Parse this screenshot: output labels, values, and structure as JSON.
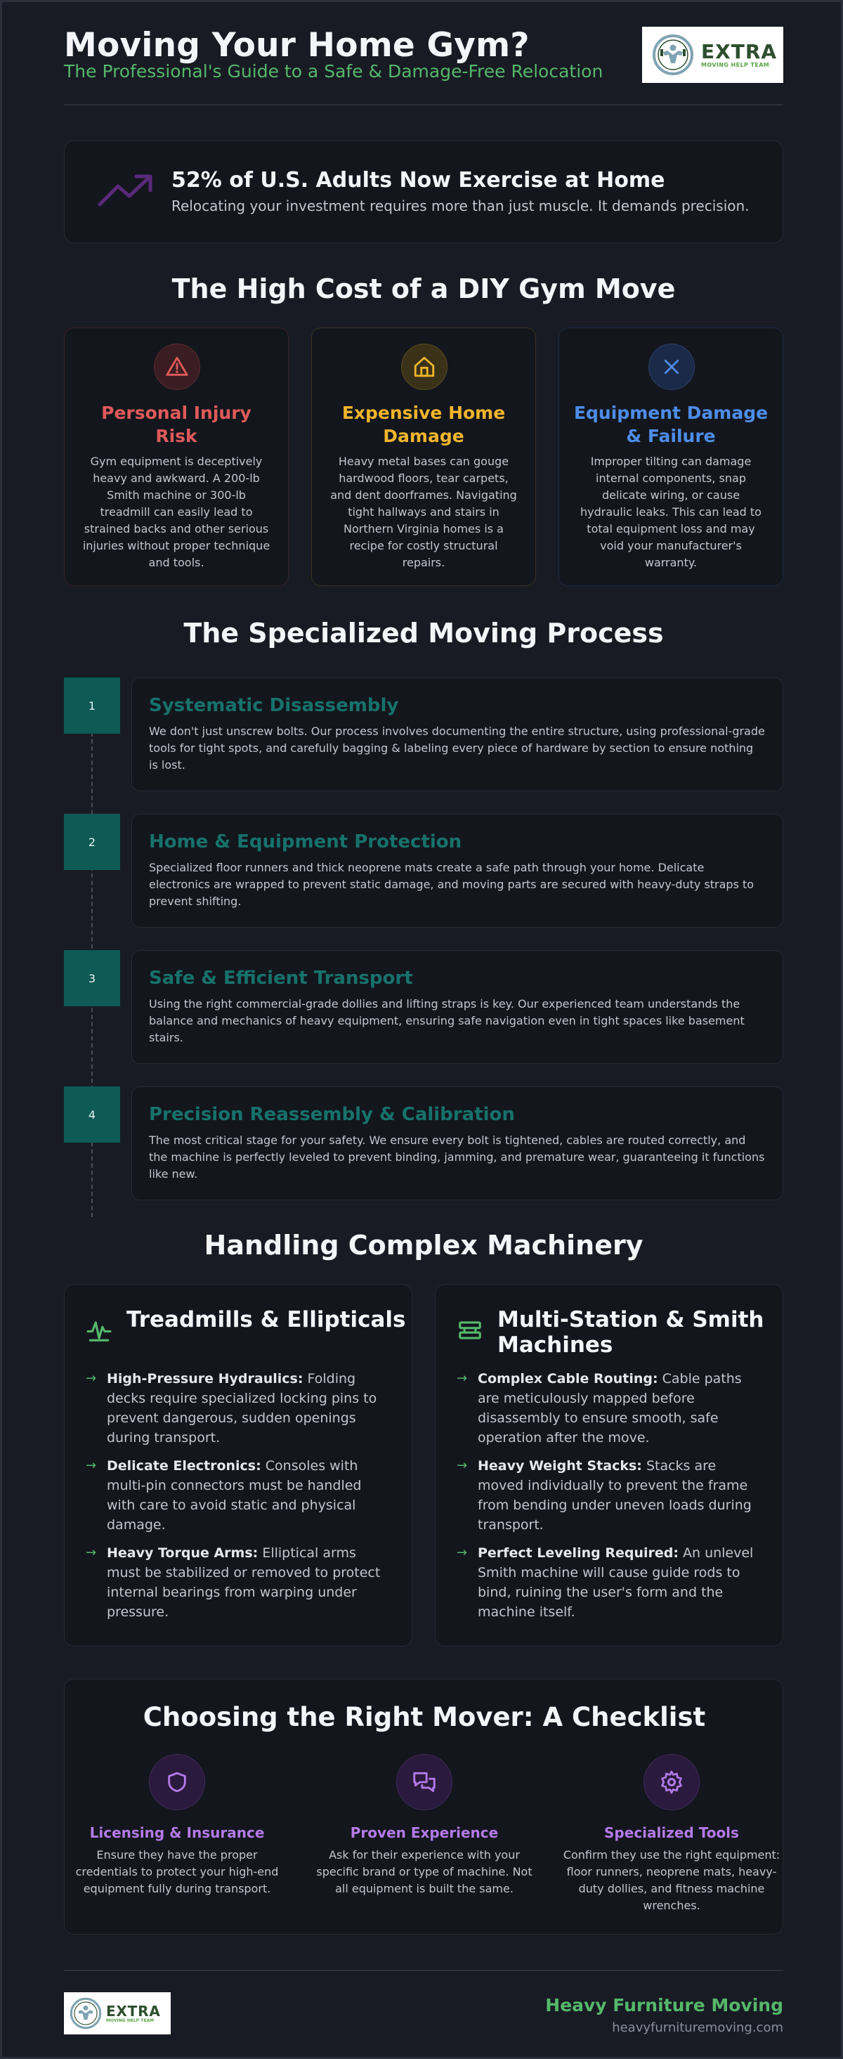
{
  "header": {
    "title": "Moving Your Home Gym?",
    "subtitle": "The Professional's Guide to a Safe & Damage-Free Relocation",
    "logo": {
      "main_dark": "EXTRA",
      "tagline": "MOVING HELP TEAM"
    }
  },
  "stat": {
    "icon": "trend-up-icon",
    "headline": "52% of U.S. Adults Now Exercise at Home",
    "text": "Relocating your investment requires more than just muscle. It demands precision."
  },
  "cost_section": {
    "title": "The High Cost of a DIY Gym Move",
    "cards": [
      {
        "icon": "warning-icon",
        "title": "Personal Injury Risk",
        "color": "#e05a5a",
        "text": "Gym equipment is deceptively heavy and awkward. A 200-lb Smith machine or 300-lb treadmill can easily lead to strained backs and other serious injuries without proper technique and tools."
      },
      {
        "icon": "home-icon",
        "title": "Expensive Home Damage",
        "color": "#f1b52c",
        "text": "Heavy metal bases can gouge hardwood floors, tear carpets, and dent doorframes. Navigating tight hallways and stairs in Northern Virginia homes is a recipe for costly structural repairs."
      },
      {
        "icon": "x-icon",
        "title": "Equipment Damage & Failure",
        "color": "#4d8de8",
        "text": "Improper tilting can damage internal components, snap delicate wiring, or cause hydraulic leaks. This can lead to total equipment loss and may void your manufacturer's warranty."
      }
    ]
  },
  "process_section": {
    "title": "The Specialized Moving Process",
    "steps": [
      {
        "number": "1",
        "title": "Systematic Disassembly",
        "text": "We don't just unscrew bolts. Our process involves documenting the entire structure, using professional-grade tools for tight spots, and carefully bagging & labeling every piece of hardware by section to ensure nothing is lost."
      },
      {
        "number": "2",
        "title": "Home & Equipment Protection",
        "text": "Specialized floor runners and thick neoprene mats create a safe path through your home. Delicate electronics are wrapped to prevent static damage, and moving parts are secured with heavy-duty straps to prevent shifting."
      },
      {
        "number": "3",
        "title": "Safe & Efficient Transport",
        "text": "Using the right commercial-grade dollies and lifting straps is key. Our experienced team understands the balance and mechanics of heavy equipment, ensuring safe navigation even in tight spaces like basement stairs."
      },
      {
        "number": "4",
        "title": "Precision Reassembly & Calibration",
        "text": "The most critical stage for your safety. We ensure every bolt is tightened, cables are routed correctly, and the machine is perfectly leveled to prevent binding, jamming, and premature wear, guaranteeing it functions like new."
      }
    ]
  },
  "machinery_section": {
    "title": "Handling Complex Machinery",
    "cards": [
      {
        "icon": "heartbeat-icon",
        "title": "Treadmills & Ellipticals",
        "items": [
          {
            "label": "High-Pressure Hydraulics:",
            "text": "Folding decks require specialized locking pins to prevent dangerous, sudden openings during transport."
          },
          {
            "label": "Delicate Electronics:",
            "text": "Consoles with multi-pin connectors must be handled with care to avoid static and physical damage."
          },
          {
            "label": "Heavy Torque Arms:",
            "text": "Elliptical arms must be stabilized or removed to protect internal bearings from warping under pressure."
          }
        ]
      },
      {
        "icon": "weight-stack-icon",
        "title": "Multi-Station & Smith Machines",
        "items": [
          {
            "label": "Complex Cable Routing:",
            "text": "Cable paths are meticulously mapped before disassembly to ensure smooth, safe operation after the move."
          },
          {
            "label": "Heavy Weight Stacks:",
            "text": "Stacks are moved individually to prevent the frame from bending under uneven loads during transport."
          },
          {
            "label": "Perfect Leveling Required:",
            "text": "An unlevel Smith machine will cause guide rods to bind, ruining the user's form and the machine itself."
          }
        ]
      }
    ],
    "arrow": "→"
  },
  "checklist": {
    "title": "Choosing the Right Mover: A Checklist",
    "items": [
      {
        "icon": "shield-icon",
        "title": "Licensing & Insurance",
        "text": "Ensure they have the proper credentials to protect your high-end equipment fully during transport."
      },
      {
        "icon": "chat-icon",
        "title": "Proven Experience",
        "text": "Ask for their experience with your specific brand or type of machine. Not all equipment is built the same."
      },
      {
        "icon": "gear-icon",
        "title": "Specialized Tools",
        "text": "Confirm they use the right equipment: floor runners, neoprene mats, heavy-duty dollies, and fitness machine wrenches."
      }
    ]
  },
  "footer": {
    "title": "Heavy Furniture Moving",
    "url": "heavyfurnituremoving.com"
  },
  "colors": {
    "accent_green": "#55b86a",
    "teal": "#17726b",
    "purple": "#b47ae8"
  }
}
